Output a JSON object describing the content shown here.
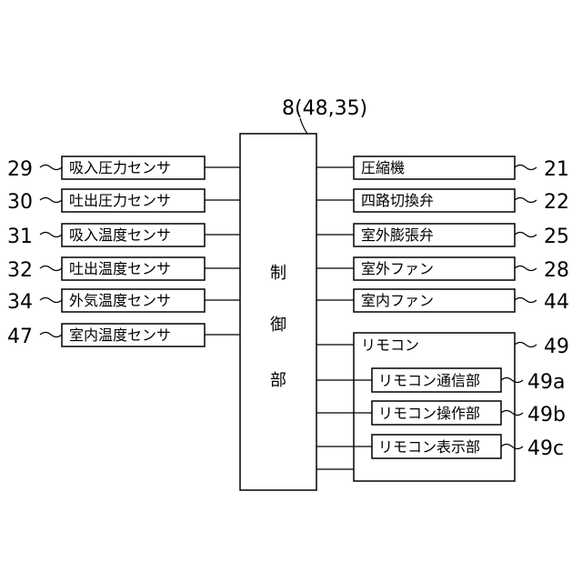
{
  "controller": {
    "ref": "8(48,35)",
    "label_chars": [
      "制",
      "御",
      "部"
    ]
  },
  "left_sensors": [
    {
      "ref": "29",
      "label": "吸入圧力センサ"
    },
    {
      "ref": "30",
      "label": "吐出圧力センサ"
    },
    {
      "ref": "31",
      "label": "吸入温度センサ"
    },
    {
      "ref": "32",
      "label": "吐出温度センサ"
    },
    {
      "ref": "34",
      "label": "外気温度センサ"
    },
    {
      "ref": "47",
      "label": "室内温度センサ"
    }
  ],
  "right_devices": [
    {
      "ref": "21",
      "label": "圧縮機"
    },
    {
      "ref": "22",
      "label": "四路切換弁"
    },
    {
      "ref": "25",
      "label": "室外膨張弁"
    },
    {
      "ref": "28",
      "label": "室外ファン"
    },
    {
      "ref": "44",
      "label": "室内ファン"
    }
  ],
  "remote": {
    "ref": "49",
    "label": "リモコン",
    "parts": [
      {
        "ref": "49a",
        "label": "リモコン通信部"
      },
      {
        "ref": "49b",
        "label": "リモコン操作部"
      },
      {
        "ref": "49c",
        "label": "リモコン表示部"
      }
    ]
  }
}
